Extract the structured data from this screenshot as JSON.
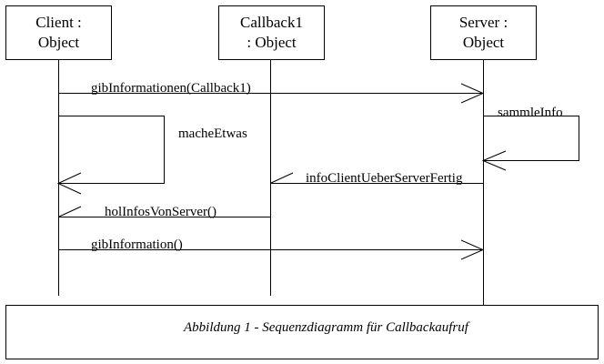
{
  "objects": {
    "client": {
      "line1": "Client :",
      "line2": "Object"
    },
    "callback": {
      "line1": "Callback1",
      "line2": ": Object"
    },
    "server": {
      "line1": "Server :",
      "line2": "Object"
    }
  },
  "messages": [
    {
      "id": "msg1",
      "label": "gibInformationen(Callback1)",
      "from": "Client",
      "to": "Server"
    },
    {
      "id": "msg2",
      "label": "sammleInfo",
      "from": "Server",
      "to": "Server"
    },
    {
      "id": "msg3",
      "label": "macheEtwas",
      "from": "Client",
      "to": "Client"
    },
    {
      "id": "msg4",
      "label": "infoClientUeberServerFertig",
      "from": "Server",
      "to": "Callback1"
    },
    {
      "id": "msg5",
      "label": "holInfosVonServer()",
      "from": "Callback1",
      "to": "Client"
    },
    {
      "id": "msg6",
      "label": "gibInformation()",
      "from": "Client",
      "to": "Server"
    }
  ],
  "caption": "Abbildung 1 - Sequenzdiagramm für Callbackaufruf",
  "colors": {
    "line": "#000000",
    "background": "#ffffff"
  }
}
